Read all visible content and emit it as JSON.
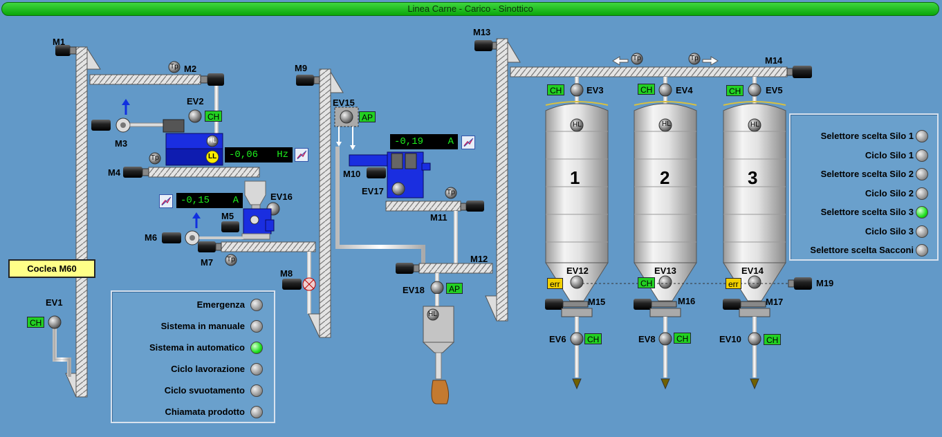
{
  "title": "Linea Carne - Carico - Sinottico",
  "coclea_button": "Coclea M60",
  "motors": {
    "m1": "M1",
    "m2": "M2",
    "m3": "M3",
    "m4": "M4",
    "m5": "M5",
    "m6": "M6",
    "m7": "M7",
    "m8": "M8",
    "m9": "M9",
    "m10": "M10",
    "m11": "M11",
    "m12": "M12",
    "m13": "M13",
    "m14": "M14",
    "m15": "M15",
    "m16": "M16",
    "m17": "M17",
    "m19": "M19"
  },
  "valves": {
    "ev1": "EV1",
    "ev2": "EV2",
    "ev3": "EV3",
    "ev4": "EV4",
    "ev5": "EV5",
    "ev6": "EV6",
    "ev8": "EV8",
    "ev10": "EV10",
    "ev12": "EV12",
    "ev13": "EV13",
    "ev14": "EV14",
    "ev15": "EV15",
    "ev16": "EV16",
    "ev17": "EV17",
    "ev18": "EV18"
  },
  "tags": {
    "ch": "CH",
    "ap": "AP",
    "err": "err",
    "hl": "HL",
    "ll": "LL",
    "tp": "Tp"
  },
  "measures": {
    "m4_freq": {
      "value": "-0,06",
      "unit": "Hz"
    },
    "m5_current": {
      "value": "-0,15",
      "unit": "A"
    },
    "m10_current": {
      "value": "-0,19",
      "unit": "A"
    }
  },
  "silos": [
    "1",
    "2",
    "3"
  ],
  "status_panel": [
    {
      "label": "Emergenza",
      "on": false
    },
    {
      "label": "Sistema in manuale",
      "on": false
    },
    {
      "label": "Sistema in automatico",
      "on": true
    },
    {
      "label": "Ciclo lavorazione",
      "on": false
    },
    {
      "label": "Ciclo svuotamento",
      "on": false
    },
    {
      "label": "Chiamata prodotto",
      "on": false
    }
  ],
  "selector_panel": [
    {
      "label": "Selettore scelta Silo 1",
      "on": false
    },
    {
      "label": "Ciclo Silo 1",
      "on": false
    },
    {
      "label": "Selettore scelta Silo 2",
      "on": false
    },
    {
      "label": "Ciclo Silo 2",
      "on": false
    },
    {
      "label": "Selettore scelta Silo 3",
      "on": true
    },
    {
      "label": "Ciclo Silo 3",
      "on": false
    },
    {
      "label": "Selettore scelta Sacconi",
      "on": false
    }
  ],
  "colors": {
    "background": "#6299c8",
    "tag_green": "#22d022",
    "tag_yellow": "#f2d000",
    "motor_blue": "#1a2ee0",
    "lamp_on": "#1ee01e"
  }
}
